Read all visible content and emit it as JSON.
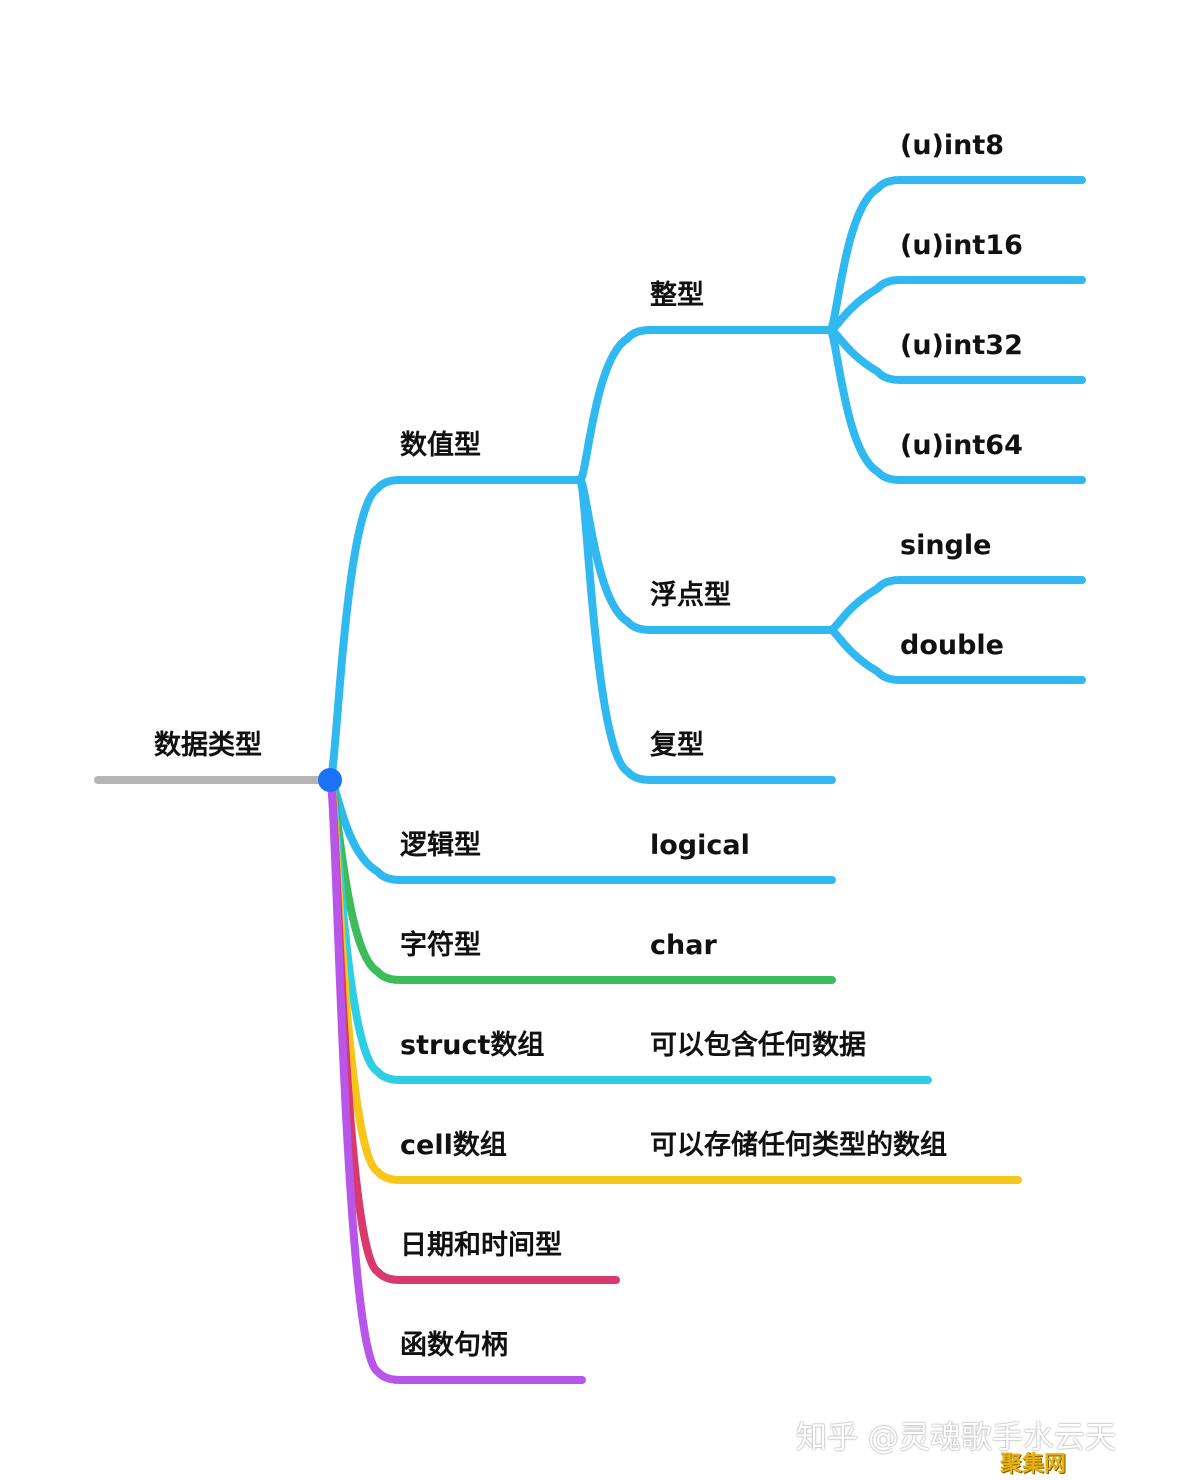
{
  "colors": {
    "root": "#b5b5b5",
    "blue": "#30b8f0",
    "green": "#3cbc5a",
    "cyan": "#2ccfe6",
    "yellow": "#f7c61a",
    "crimson": "#d93a6e",
    "purple": "#b956ea",
    "node": "#1a73f5"
  },
  "root": {
    "label": "数据类型"
  },
  "branches": [
    {
      "id": "numeric",
      "label": "数值型"
    },
    {
      "id": "logical",
      "label": "逻辑型",
      "child": "logical"
    },
    {
      "id": "char",
      "label": "字符型",
      "child": "char"
    },
    {
      "id": "struct",
      "label": "struct数组",
      "child": "可以包含任何数据"
    },
    {
      "id": "cell",
      "label": "cell数组",
      "child": "可以存储任何类型的数组"
    },
    {
      "id": "datetime",
      "label": "日期和时间型"
    },
    {
      "id": "funchandle",
      "label": "函数句柄"
    }
  ],
  "numeric": {
    "integer": {
      "label": "整型",
      "children": [
        "(u)int8",
        "(u)int16",
        "(u)int32",
        "(u)int64"
      ]
    },
    "float": {
      "label": "浮点型",
      "children": [
        "single",
        "double"
      ]
    },
    "complex": {
      "label": "复型"
    }
  },
  "watermark": {
    "line1": "知乎 @灵魂歌手水云天",
    "line2": "聚集网"
  }
}
